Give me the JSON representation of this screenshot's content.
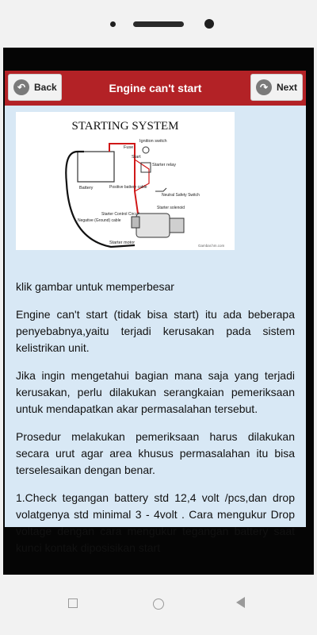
{
  "header": {
    "title": "Engine can't start",
    "back_label": "Back",
    "next_label": "Next"
  },
  "figure": {
    "title": "STARTING SYSTEM",
    "labels": {
      "ignition": "Ignition switch",
      "fuse": "Fuse",
      "start": "Start",
      "starter_relay": "Starter relay",
      "battery": "Battery",
      "positive_cable": "Positive battery cable",
      "neutral": "Neutral Safety Switch",
      "control": "Starter Control Circuit",
      "solenoid": "Starter solenoid",
      "negative": "Negative (Ground) cable",
      "motor": "Starter motor",
      "credit": "Gambar.hm.com"
    }
  },
  "paragraphs": [
    "klik gambar untuk memperbesar",
    "Engine can't start (tidak bisa start) itu ada beberapa penyebabnya,yaitu terjadi kerusakan pada sistem kelistrikan unit.",
    "Jika ingin mengetahui bagian mana saja yang terjadi kerusakan, perlu dilakukan serangkaian pemeriksaan untuk mendapatkan akar permasalahan tersebut.",
    "Prosedur melakukan pemeriksaan harus dilakukan secara urut agar area khusus permasalahan itu bisa terselesaikan dengan benar.",
    "1.Check tegangan battery std 12,4 volt /pcs,dan drop volatgenya std minimal 3 - 4volt . Cara mengukur Drop voltage dengan cara mengukur tegangan battery saat kunci kontak diposisikan start"
  ]
}
